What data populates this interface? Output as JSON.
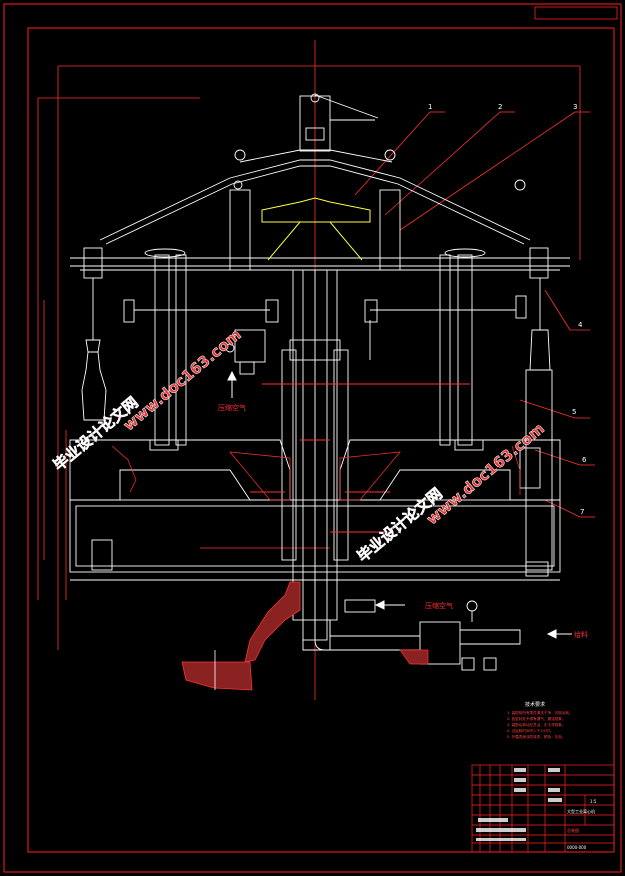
{
  "drawing": {
    "leaders": [
      "1",
      "2",
      "3",
      "4",
      "5",
      "6",
      "7"
    ],
    "labels": {
      "compressed_air_upper": "压缩空气",
      "compressed_air_lower": "压缩空气",
      "feed": "给料"
    },
    "tech_requirements": {
      "title": "技术要求",
      "lines": [
        "1. 装配前所有零件清洗干净，去除毛刺。",
        "2. 各密封处不得有漏气、漏油现象。",
        "3. 装配后转动应灵活，无卡滞现象。",
        "4. 试运转时间不少于2小时。",
        "5. 外露表面涂防锈漆，颜色：灰色。"
      ]
    },
    "title_block": {
      "name": "大型工业离心机",
      "drawing_no": "0000-000",
      "scale": "1:5",
      "unit": "总装图"
    }
  },
  "watermarks": [
    {
      "text": "毕业设计论文网"
    },
    {
      "text": "www.doc163.com"
    },
    {
      "text": "毕业设计论文网"
    },
    {
      "text": "www.doc163.com"
    }
  ],
  "colors": {
    "background": "#000000",
    "frame": "#ff2020",
    "lines": "#ffffff",
    "accent": "#ffff40",
    "watermark": "#e83a3a"
  }
}
